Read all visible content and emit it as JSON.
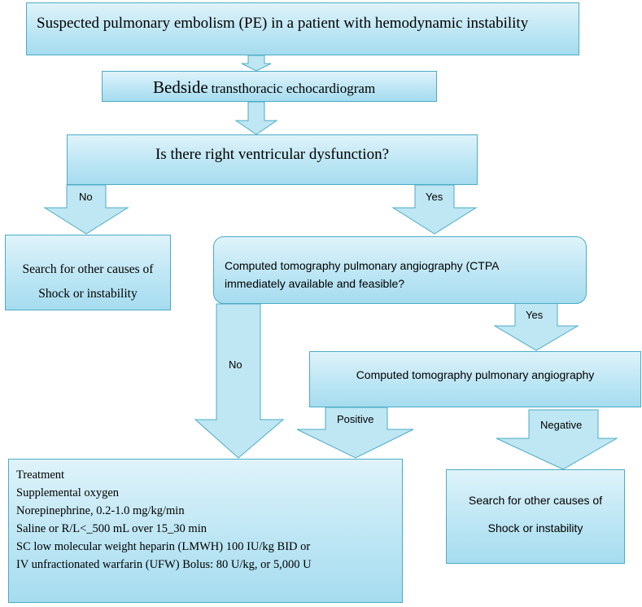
{
  "nodes": {
    "suspected_pe": "Suspected pulmonary embolism (PE) in a patient with hemodynamic instability",
    "echo_prefix": "Bedside",
    "echo_rest": "transthoracic echocardiogram",
    "rv_question": "Is there right ventricular dysfunction?",
    "other_causes_left_line1": "Search for other causes of",
    "other_causes_left_line2": "Shock or instability",
    "ctpa_question_line1": "Computed tomography pulmonary angiography (CTPA",
    "ctpa_question_line2": "immediately available and feasible?",
    "ctpa": "Computed tomography pulmonary angiography",
    "treatment_lines": [
      "Treatment",
      "Supplemental oxygen",
      "Norepinephrine, 0.2-1.0 mg/kg/min",
      "Saline or R/L<_500 mL over 15_30 min",
      "SC low molecular weight heparin (LMWH) 100 IU/kg BID or",
      "IV unfractionated warfarin (UFW) Bolus: 80 U/kg, or 5,000 U"
    ],
    "other_causes_right_line1": "Search for other causes of",
    "other_causes_right_line2": "Shock or instability"
  },
  "edge_labels": {
    "rv_no": "No",
    "rv_yes": "Yes",
    "ctpa_yes": "Yes",
    "ctpa_no": "No",
    "positive": "Positive",
    "negative": "Negative"
  }
}
